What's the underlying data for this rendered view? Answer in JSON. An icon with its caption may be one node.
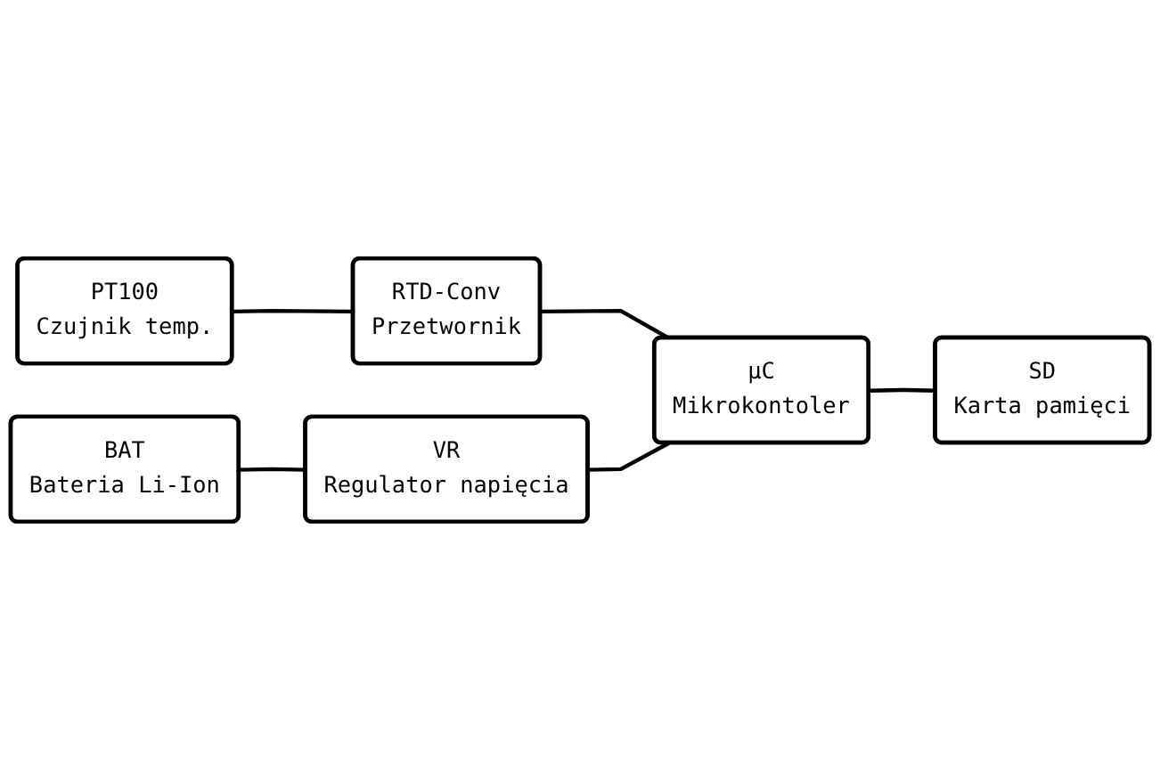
{
  "diagram": {
    "nodes": [
      {
        "text": [
          "PT100",
          "Czujnik temp."
        ]
      },
      {
        "text": [
          "RTD-Conv",
          "Przetwornik"
        ]
      },
      {
        "text": [
          "µC",
          "Mikrokontoler"
        ]
      },
      {
        "text": [
          "BAT",
          "Bateria Li-Ion"
        ]
      },
      {
        "text": [
          "VR",
          "Regulator napięcia"
        ]
      },
      {
        "text": [
          "SD",
          "Karta pamięci"
        ]
      }
    ],
    "edges": [
      {
        "from": 0,
        "to": 1,
        "arrow": "none"
      },
      {
        "from": 1,
        "to": 2,
        "arrow": "none"
      },
      {
        "from": 3,
        "to": 4,
        "arrow": "none"
      },
      {
        "from": 4,
        "to": 2,
        "arrow": "none"
      },
      {
        "from": 2,
        "to": 5,
        "arrow": "none"
      }
    ]
  }
}
